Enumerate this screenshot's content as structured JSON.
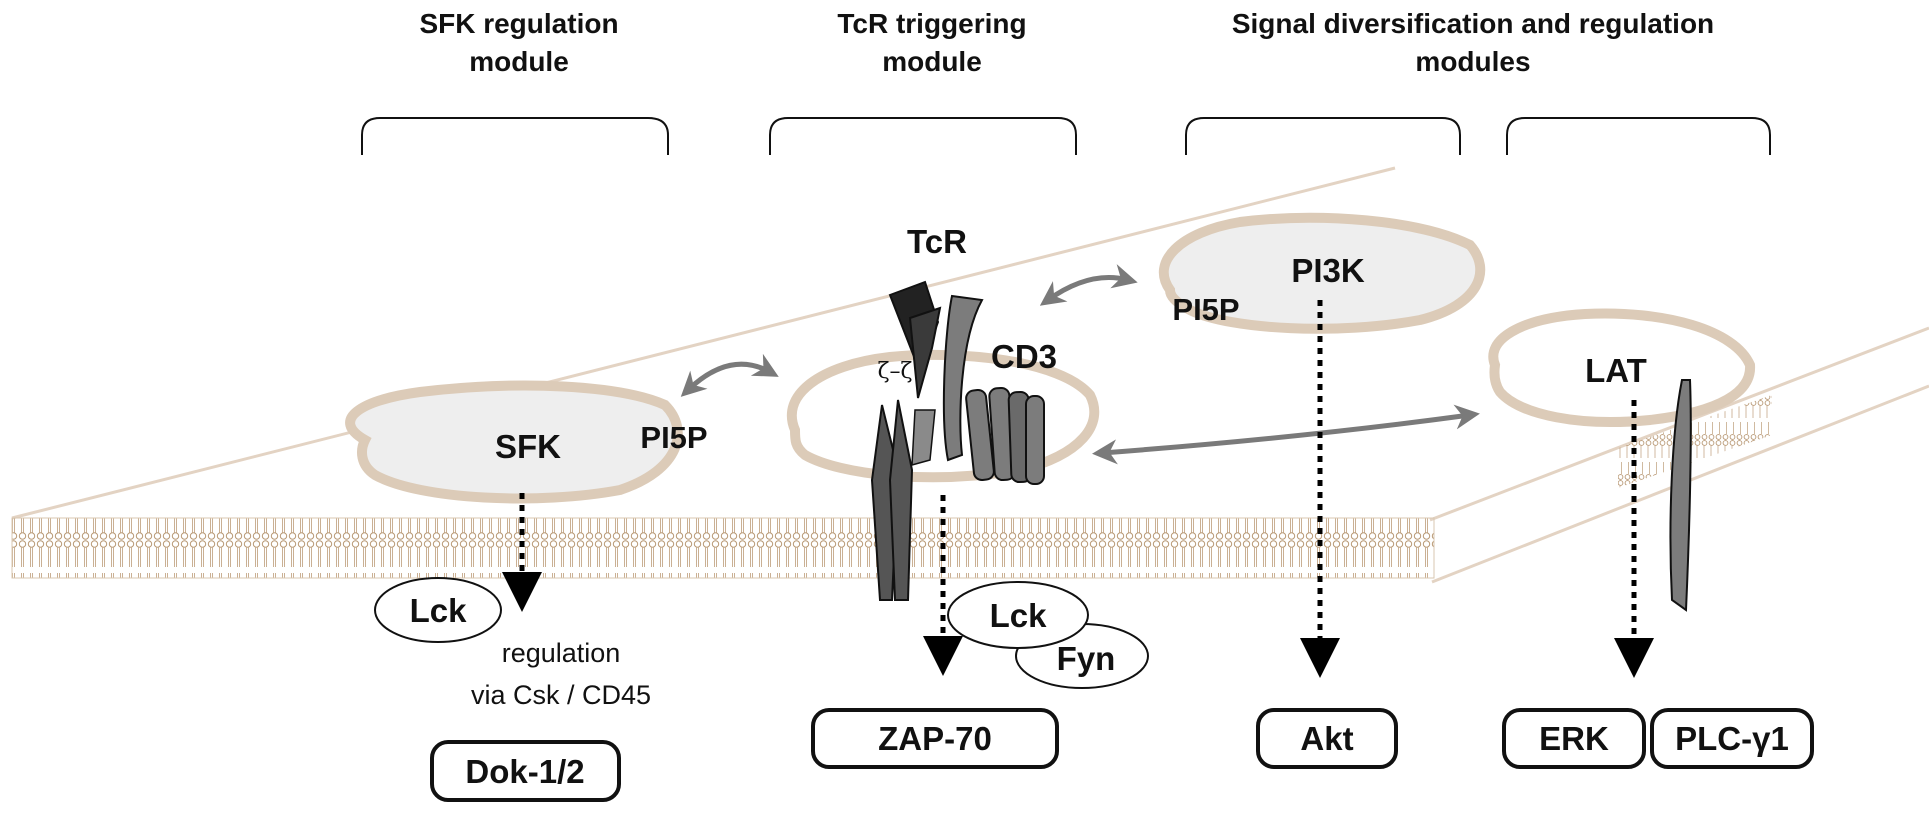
{
  "headers": {
    "sfk": [
      "SFK regulation",
      "module"
    ],
    "tcr": [
      "TcR triggering",
      "module"
    ],
    "signal": [
      "Signal diversification and regulation",
      "modules"
    ]
  },
  "labels": {
    "tcr": "TcR",
    "cd3": "CD3",
    "zeta_chain": "ζ–ζ",
    "sfk": "SFK",
    "pi5p_left": "PI5P",
    "pi5p_right": "PI5P",
    "pi3k": "PI3K",
    "lat": "LAT",
    "lck_left": "Lck",
    "lck_center": "Lck",
    "fyn": "Fyn"
  },
  "notes": {
    "regulation": [
      "regulation",
      "via Csk / CD45"
    ]
  },
  "boxes": {
    "dok": "Dok-1/2",
    "zap70": "ZAP-70",
    "akt": "Akt",
    "erk": "ERK",
    "plc": "PLC-γ1"
  },
  "colors": {
    "raft_outline": "#dccbb8",
    "raft_fill": "#eeeeee",
    "membrane": "#c4a888",
    "arrow_gray": "#7a7a7a",
    "protein_dark": "#555555",
    "protein_mid": "#7c7c7c"
  }
}
